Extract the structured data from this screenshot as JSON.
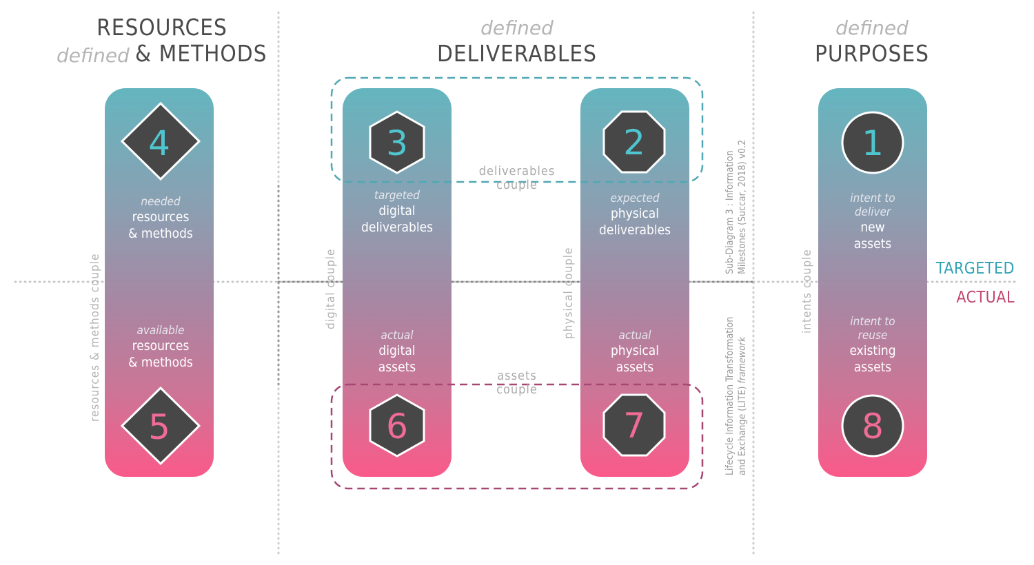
{
  "columns": {
    "resources": {
      "defined": "defined",
      "title_line1": "RESOURCES",
      "title_line2": "& METHODS"
    },
    "deliverables": {
      "defined": "defined",
      "title": "DELIVERABLES"
    },
    "purposes": {
      "defined": "defined",
      "title": "PURPOSES"
    }
  },
  "pills": {
    "resources": {
      "top": {
        "number": "4",
        "shape": "diamond",
        "em": "needed",
        "line1": "resources",
        "line2": "& methods"
      },
      "bottom": {
        "number": "5",
        "shape": "diamond",
        "em": "available",
        "line1": "resources",
        "line2": "& methods"
      },
      "couple_label": "resources & methods couple"
    },
    "digital": {
      "top": {
        "number": "3",
        "shape": "hexagon",
        "em": "targeted",
        "line1": "digital",
        "line2": "deliverables"
      },
      "bottom": {
        "number": "6",
        "shape": "hexagon",
        "em": "actual",
        "line1": "digital",
        "line2": "assets"
      },
      "couple_label": "digital couple"
    },
    "physical": {
      "top": {
        "number": "2",
        "shape": "octagon",
        "em": "expected",
        "line1": "physical",
        "line2": "deliverables"
      },
      "bottom": {
        "number": "7",
        "shape": "octagon",
        "em": "actual",
        "line1": "physical",
        "line2": "assets"
      },
      "couple_label": "physical couple"
    },
    "purposes": {
      "top": {
        "number": "1",
        "shape": "circle",
        "em1": "intent to",
        "em2": "deliver",
        "line1": "new",
        "line2": "assets"
      },
      "bottom": {
        "number": "8",
        "shape": "circle",
        "em1": "intent to",
        "em2": "reuse",
        "line1": "existing",
        "line2": "assets"
      },
      "couple_label": "intents couple"
    }
  },
  "couples": {
    "deliverables": {
      "line1": "deliverables",
      "line2": "couple"
    },
    "assets": {
      "line1": "assets",
      "line2": "couple"
    }
  },
  "axis_labels": {
    "targeted": "TARGETED",
    "actual": "ACTUAL"
  },
  "caption": {
    "line1": "Sub-Diagram 3 : Information",
    "line2": "Milestones (Succar, 2018)  v0.2",
    "line3": "Lifecycle Information Transformation",
    "line4_a": "and Exchange (LITE) ",
    "line4_b": "framework"
  },
  "colors": {
    "teal": "#4fc6cf",
    "pink": "#f06b96",
    "shape_fill": "#474747",
    "targeted": "#2ea3b5",
    "actual": "#c2456d",
    "deliverables_dash": "#5fb1bb",
    "assets_dash": "#b4587d"
  }
}
